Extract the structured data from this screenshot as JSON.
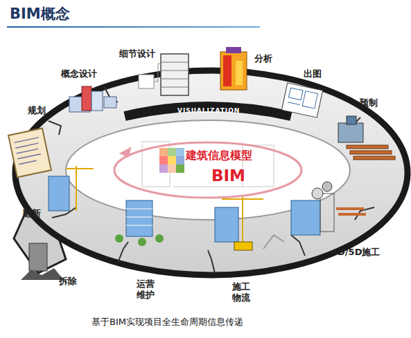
{
  "diagram": {
    "title": "BIM概念",
    "caption": "基于BIM实现项目全生命周期信息传递",
    "labels": [
      "规划",
      "概念设计",
      "细节设计",
      "分析",
      "出图",
      "预制",
      "VISUALIZATION",
      "建筑信息模型",
      "BIM",
      "翻新",
      "4D/5D施工",
      "拆除",
      "运营 维护",
      "施工 物流"
    ]
  }
}
